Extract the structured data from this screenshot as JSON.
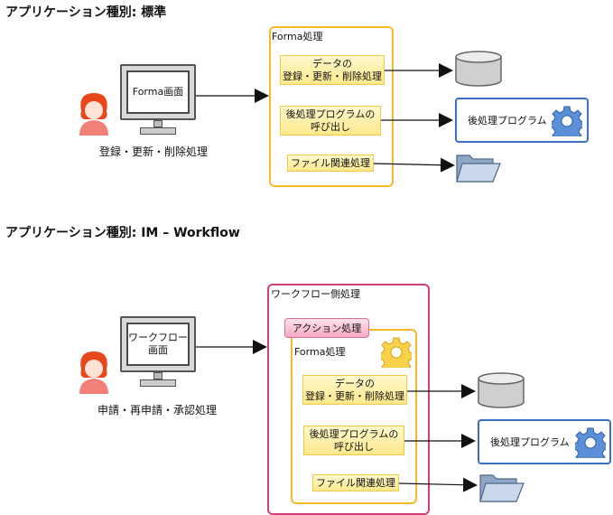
{
  "section1": {
    "heading": "アプリケーション種別: 標準",
    "user_caption": "登録・更新・削除処理",
    "monitor_label": "Forma画面",
    "container_title": "Forma処理",
    "steps": [
      {
        "line1": "データの",
        "line2": "登録・更新・削除処理"
      },
      {
        "line1": "後処理プログラムの",
        "line2": "呼び出し"
      },
      {
        "line1": "ファイル関連処理",
        "line2": ""
      }
    ],
    "program_label": "後処理プログラム"
  },
  "section2": {
    "heading": "アプリケーション種別: IM – Workflow",
    "user_caption": "申請・再申請・承認処理",
    "monitor_label_line1": "ワークフロー",
    "monitor_label_line2": "画面",
    "outer_title": "ワークフロー側処理",
    "action_label": "アクション処理",
    "container_title": "Forma処理",
    "steps": [
      {
        "line1": "データの",
        "line2": "登録・更新・削除処理"
      },
      {
        "line1": "後処理プログラムの",
        "line2": "呼び出し"
      },
      {
        "line1": "ファイル関連処理",
        "line2": ""
      }
    ],
    "program_label": "後処理プログラム"
  },
  "icons": [
    "user-icon",
    "monitor-icon",
    "database-icon",
    "gear-icon",
    "folder-icon"
  ],
  "colors": {
    "gold": "#f6b92a",
    "pink": "#d43d7b",
    "blue": "#3a6fc2"
  }
}
